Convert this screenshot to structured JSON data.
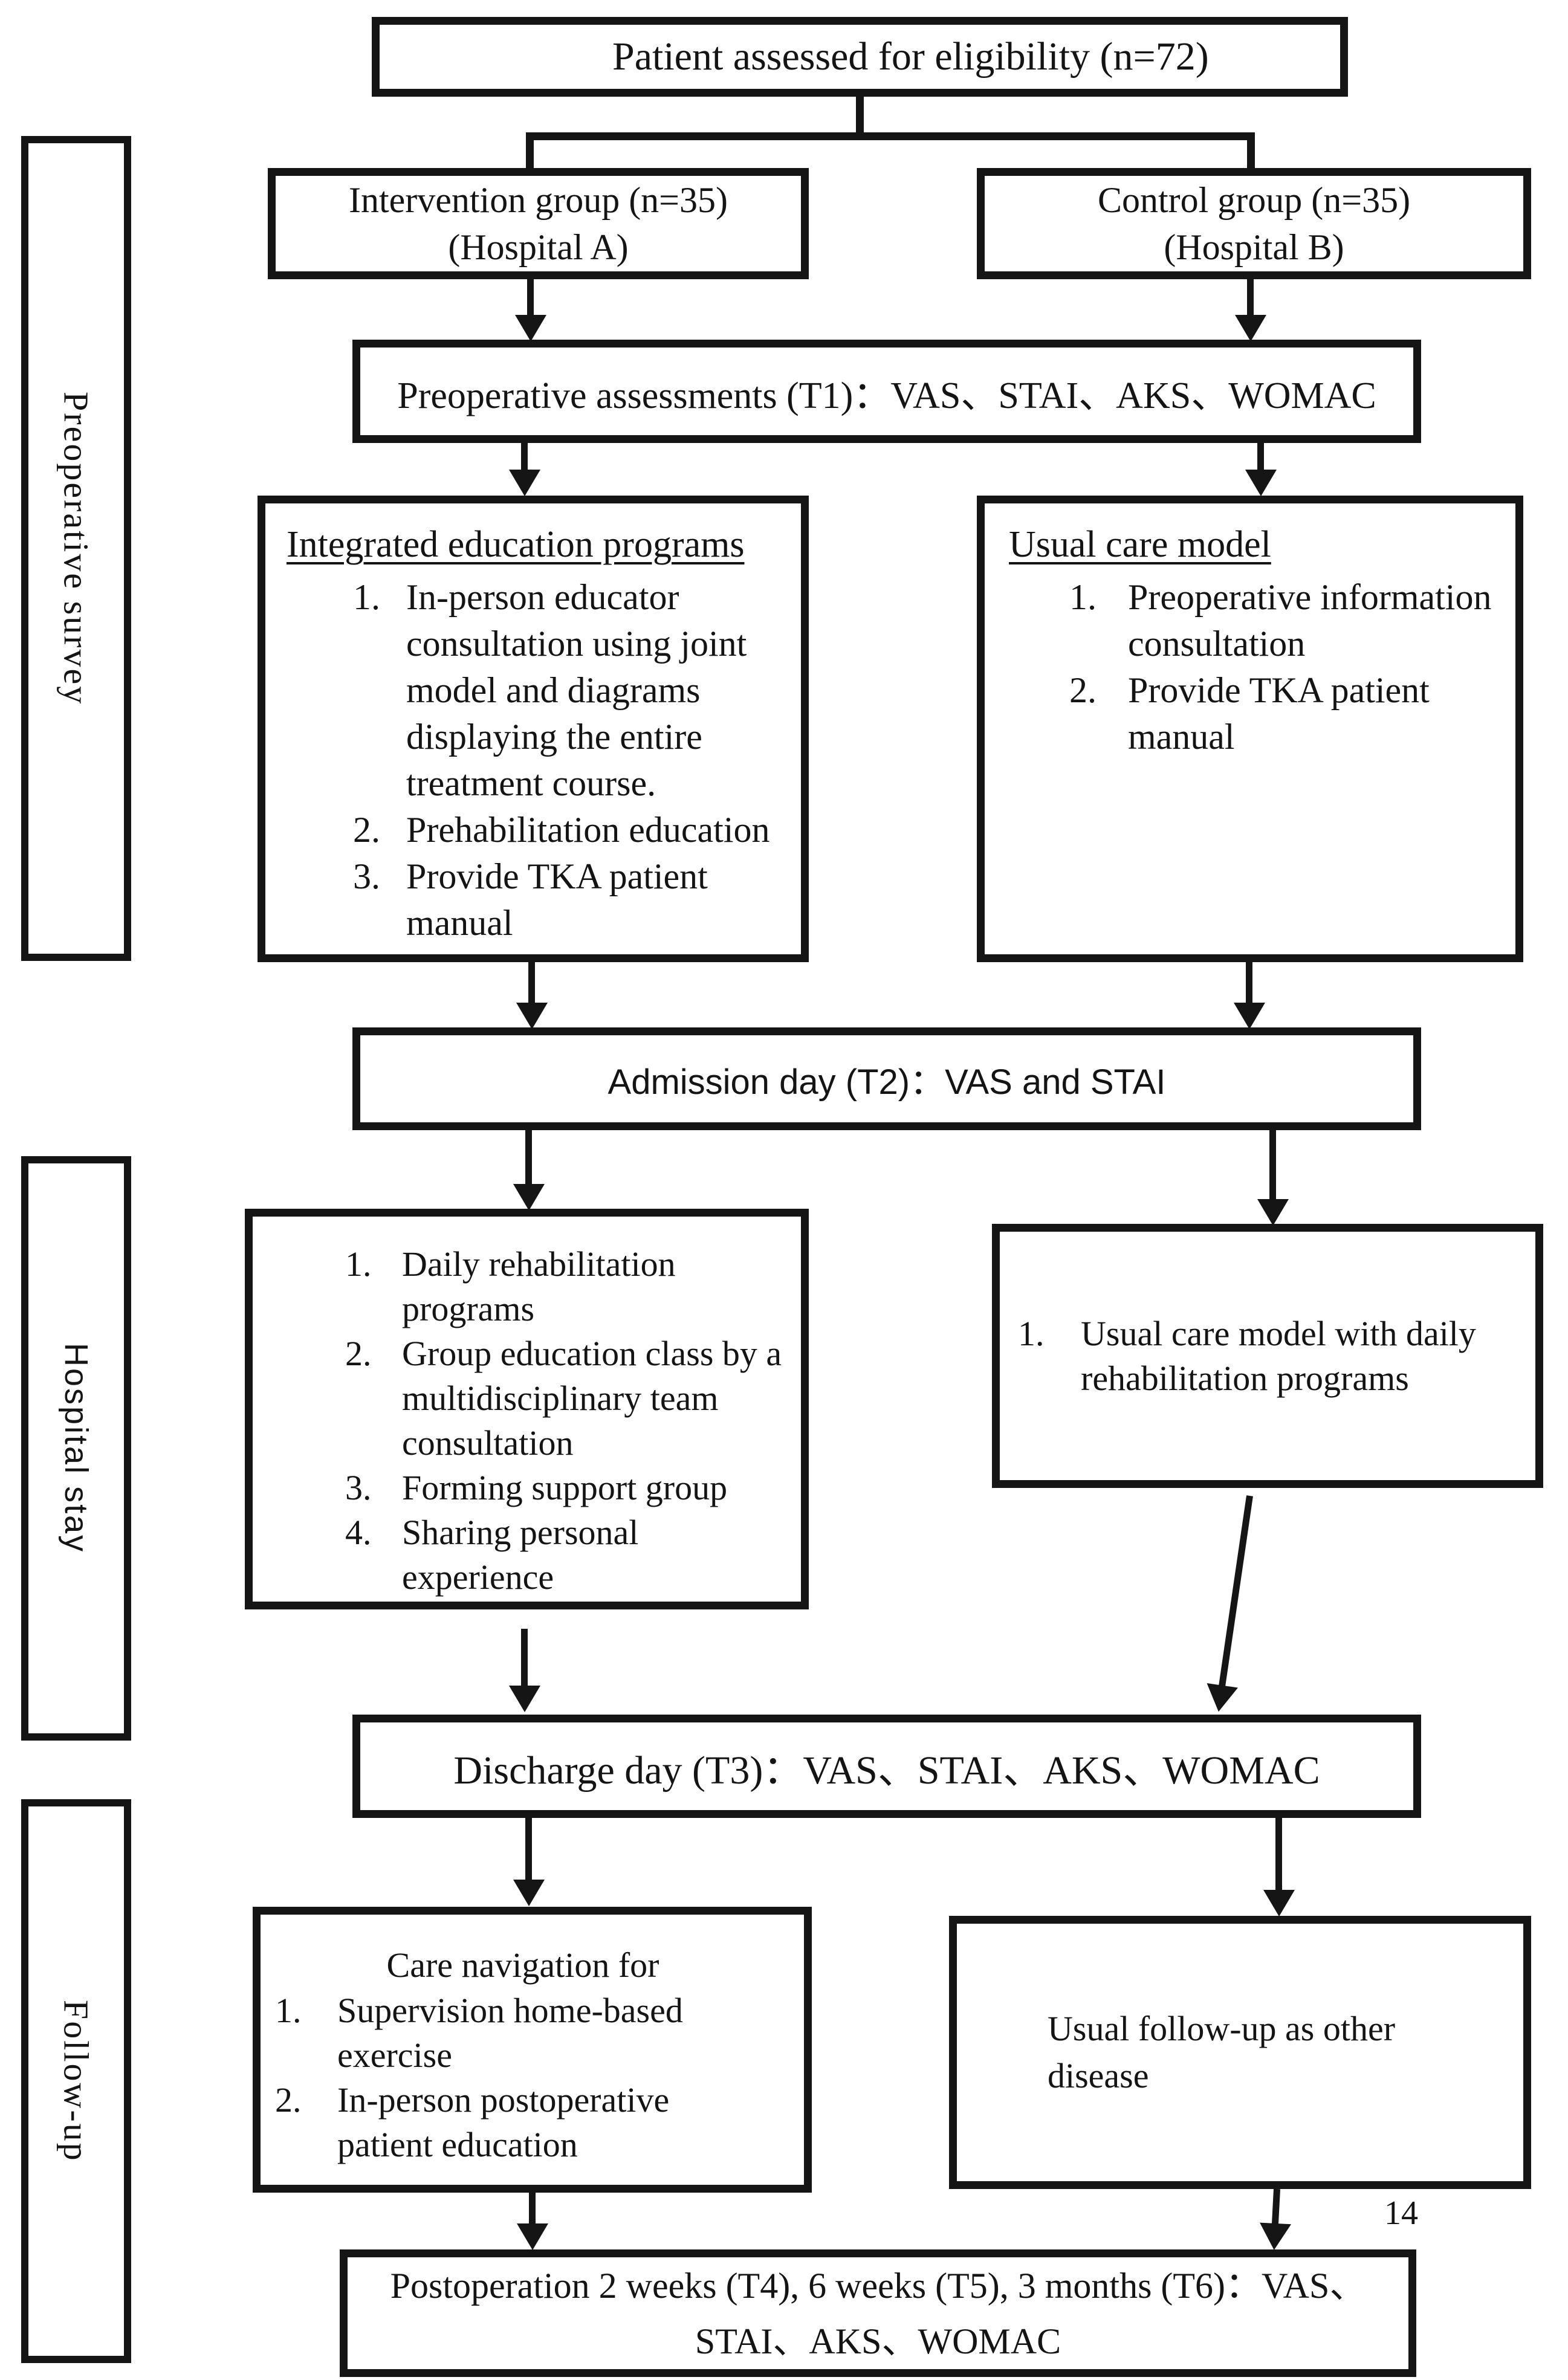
{
  "page_number": "14",
  "stage_labels": {
    "preoperative": "Preoperative survey",
    "hospital_stay": "Hospital stay",
    "follow_up": "Follow-up"
  },
  "boxes": {
    "eligibility": {
      "text": "Patient assessed for eligibility (n=72)"
    },
    "intervention_group": {
      "line1": "Intervention group (n=35)",
      "line2": "(Hospital A)"
    },
    "control_group": {
      "line1": "Control group (n=35)",
      "line2": "(Hospital B)"
    },
    "preoperative_assessments": {
      "text": "Preoperative assessments (T1)：VAS、STAI、AKS、WOMAC"
    },
    "integrated_education": {
      "heading": "Integrated education programs",
      "items": [
        {
          "n": "1.",
          "t": "In-person educator consultation using joint model and diagrams displaying the entire treatment course."
        },
        {
          "n": "2.",
          "t": "Prehabilitation education"
        },
        {
          "n": "3.",
          "t": "Provide TKA patient manual"
        }
      ]
    },
    "usual_care": {
      "heading": "Usual care model",
      "items": [
        {
          "n": "1.",
          "t": "Preoperative information consultation"
        },
        {
          "n": "2.",
          "t": "Provide TKA patient manual"
        }
      ]
    },
    "admission": {
      "text": "Admission day (T2)：VAS and STAI"
    },
    "hospital_intervention": {
      "items": [
        {
          "n": "1.",
          "t": "Daily rehabilitation programs"
        },
        {
          "n": "2.",
          "t": "Group education class by a multidisciplinary team consultation"
        },
        {
          "n": "3.",
          "t": "Forming support group"
        },
        {
          "n": "4.",
          "t": "Sharing personal experience"
        }
      ]
    },
    "hospital_control": {
      "items": [
        {
          "n": "1.",
          "t": "Usual care model with daily rehabilitation programs"
        }
      ]
    },
    "discharge": {
      "text": "Discharge day (T3)：VAS、STAI、AKS、WOMAC"
    },
    "followup_intervention": {
      "heading": "Care navigation for",
      "items": [
        {
          "n": "1.",
          "t": "Supervision home-based exercise"
        },
        {
          "n": "2.",
          "t": "In-person postoperative patient education"
        }
      ]
    },
    "followup_control": {
      "text": "Usual follow-up as other disease"
    },
    "postoperation": {
      "line1": "Postoperation 2 weeks (T4), 6 weeks (T5), 3 months (T6)：VAS、",
      "line2": "STAI、AKS、WOMAC"
    }
  }
}
